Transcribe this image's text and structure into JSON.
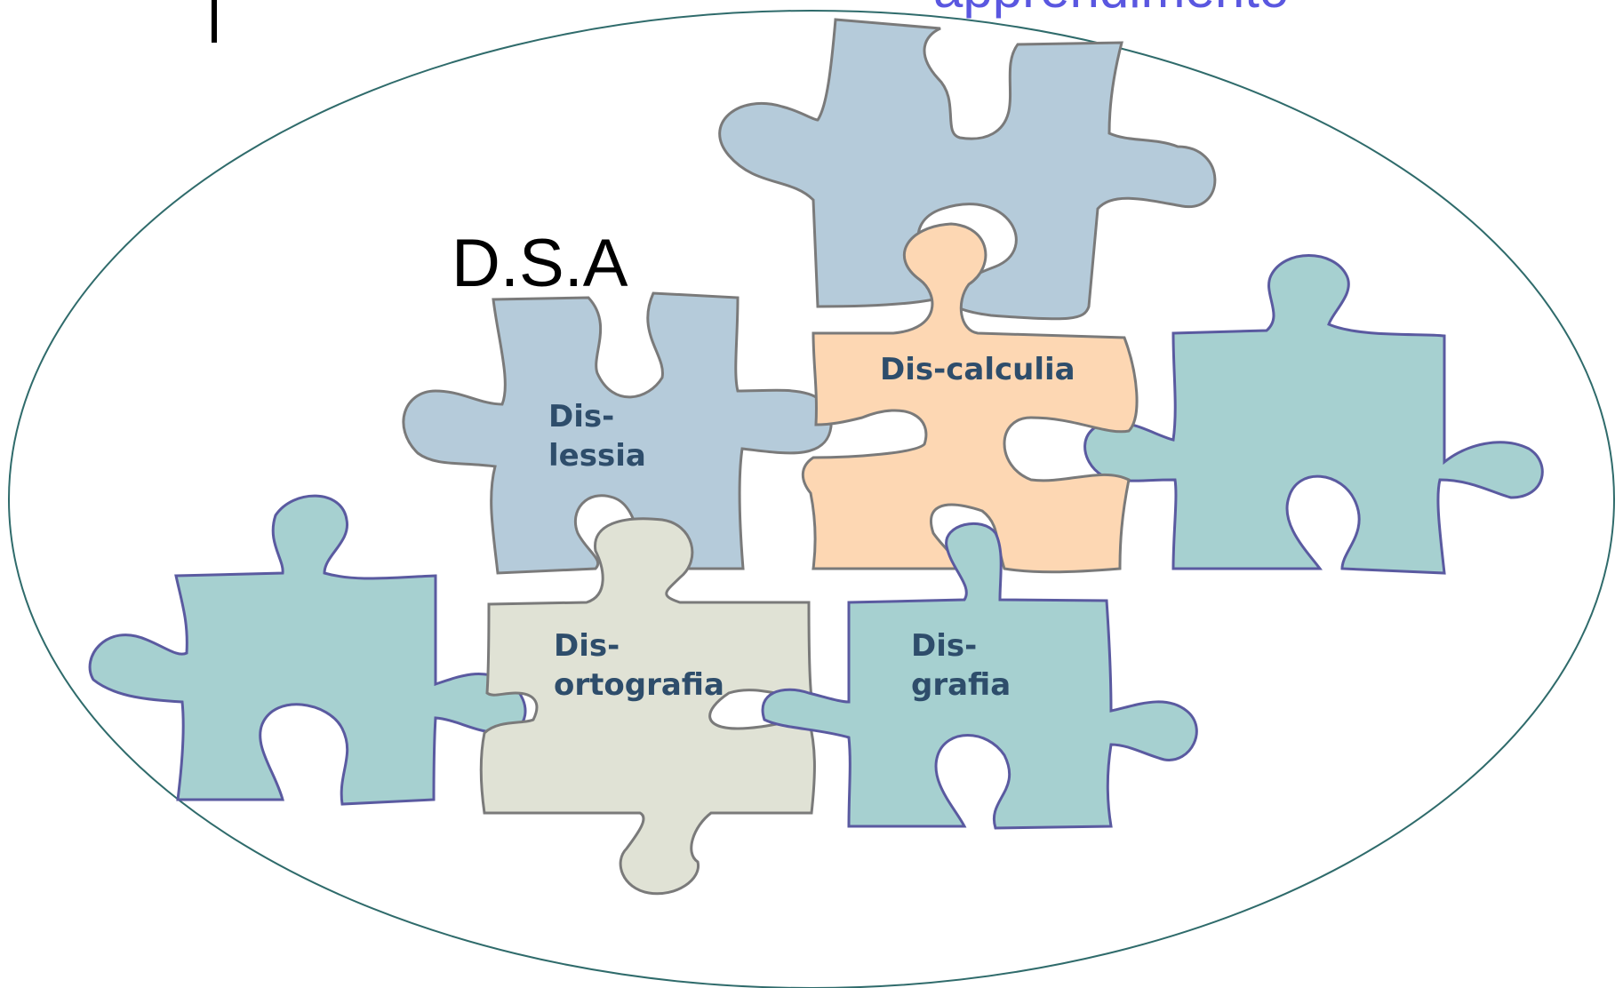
{
  "diagram": {
    "title": "D.S.A",
    "top_fragment_text": "apprendimento",
    "pieces": [
      {
        "id": "dislessia",
        "lines": [
          "Dis-",
          "lessia"
        ],
        "fill": "#b5cbda"
      },
      {
        "id": "discalculia",
        "lines": [
          "Dis-calculia"
        ],
        "fill": "#fdd7b3"
      },
      {
        "id": "disortografia",
        "lines": [
          "Dis-",
          "ortografia"
        ],
        "fill": "#e0e2d5"
      },
      {
        "id": "disgrafia",
        "lines": [
          "Dis-",
          "grafia"
        ],
        "fill": "#a6d0d0"
      }
    ],
    "unlabeled_piece_fills": {
      "top": "#b5cbda",
      "right": "#a6d0d0",
      "left": "#a6d0d0"
    }
  }
}
